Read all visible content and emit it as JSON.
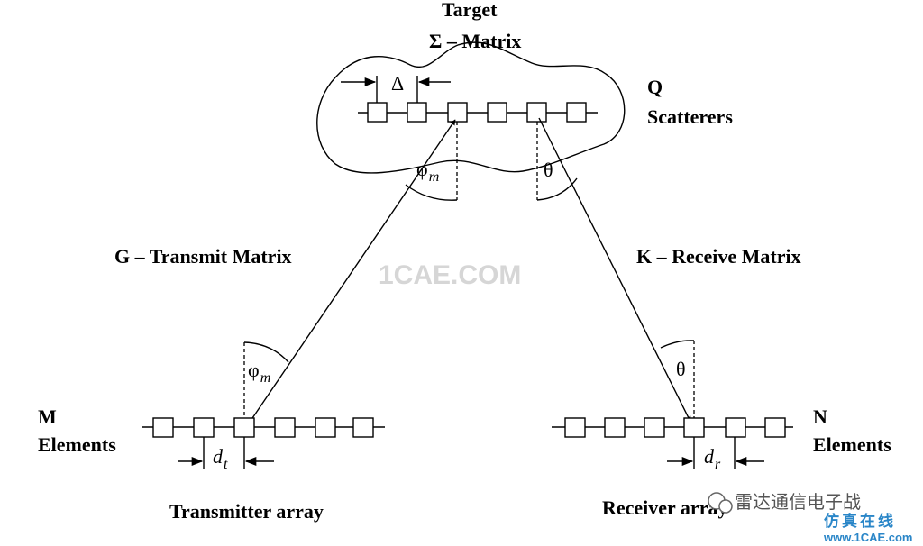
{
  "target": {
    "title": "Target",
    "matrix": "Σ – Matrix",
    "scatter_count": "Q",
    "scatter_label": "Scatterers",
    "spacing": "Δ"
  },
  "transmit": {
    "matrix": "G – Transmit Matrix",
    "count": "M",
    "elements": "Elements",
    "array": "Transmitter array",
    "spacing": "d",
    "spacing_sub": "t",
    "angle": "φ",
    "angle_sub": "m"
  },
  "receive": {
    "matrix": "K – Receive Matrix",
    "count": "N",
    "elements": "Elements",
    "array": "Receiver array",
    "spacing": "d",
    "spacing_sub": "r",
    "angle": "θ"
  },
  "watermark": {
    "site": "1CAE.COM",
    "wechat": "雷达通信电子战",
    "brand": "仿真在线",
    "url": "www.1CAE.com"
  }
}
